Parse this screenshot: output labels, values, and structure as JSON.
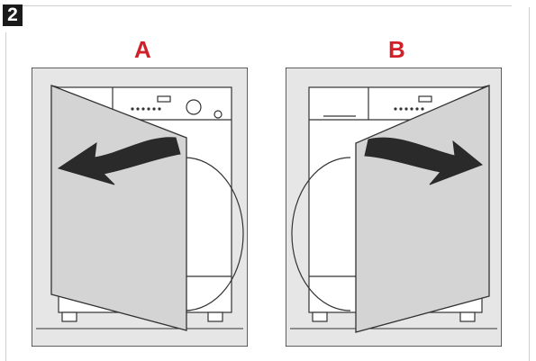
{
  "figure": {
    "step_number": "2",
    "panels": [
      {
        "label": "A",
        "door_swing": "left"
      },
      {
        "label": "B",
        "door_swing": "right"
      }
    ]
  },
  "colors": {
    "label_red": "#d0202a",
    "panel_bg": "#e6e6e6",
    "door_fill": "#d4d4d4",
    "arrow_fill": "#2a2a2a",
    "outline": "#333333"
  }
}
